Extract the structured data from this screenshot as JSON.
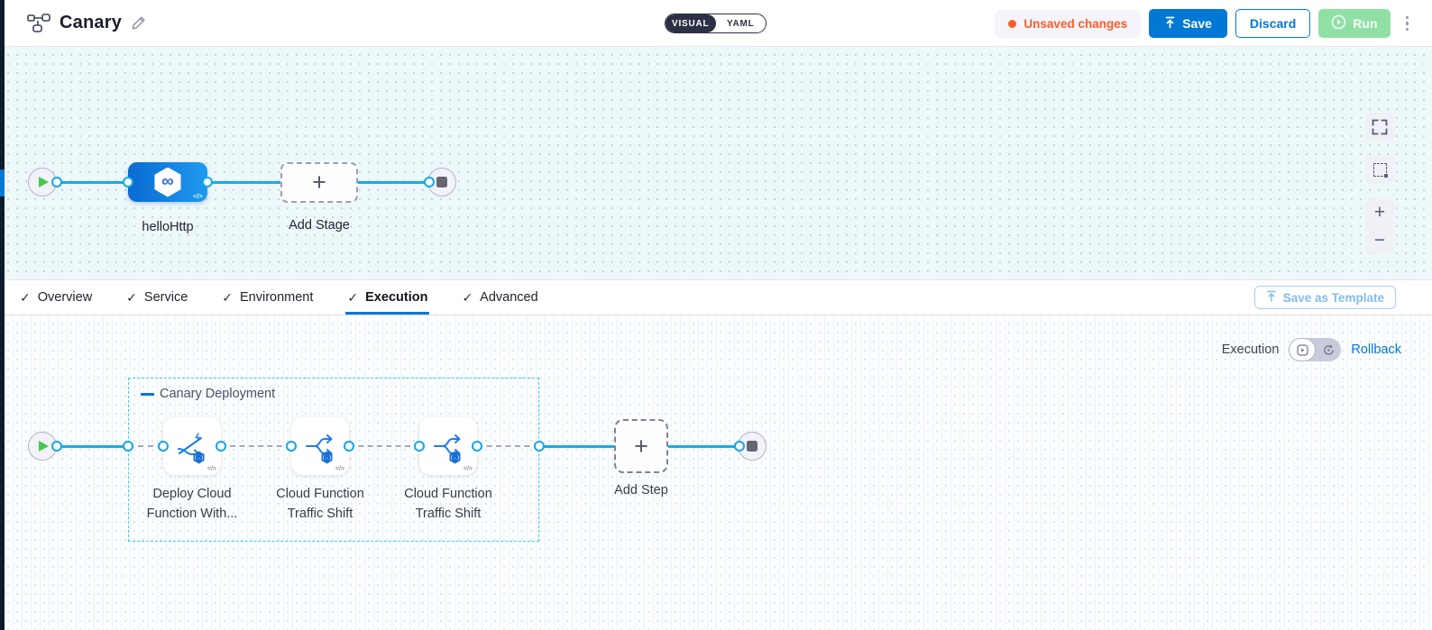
{
  "header": {
    "title": "Canary",
    "mode_toggle": {
      "visual": "VISUAL",
      "yaml": "YAML"
    },
    "unsaved_label": "Unsaved changes",
    "save_label": "Save",
    "discard_label": "Discard",
    "run_label": "Run"
  },
  "pipeline_canvas": {
    "stage_name": "helloHttp",
    "add_stage_label": "Add Stage"
  },
  "tabs": [
    {
      "label": "Overview",
      "active": false
    },
    {
      "label": "Service",
      "active": false
    },
    {
      "label": "Environment",
      "active": false
    },
    {
      "label": "Execution",
      "active": true
    },
    {
      "label": "Advanced",
      "active": false
    }
  ],
  "save_as_template_label": "Save as Template",
  "execution_canvas": {
    "mode_label": "Execution",
    "rollback_label": "Rollback",
    "group": {
      "title": "Canary Deployment",
      "steps": [
        {
          "name": "Deploy Cloud Function With..."
        },
        {
          "name": "Cloud Function Traffic Shift"
        },
        {
          "name": "Cloud Function Traffic Shift"
        }
      ]
    },
    "add_step_label": "Add Step"
  },
  "glyphs": {
    "check": "✓",
    "infinity": "∞",
    "code": "</>",
    "plus": "+",
    "zoom_in": "+",
    "zoom_out": "−"
  },
  "colors": {
    "accent_blue": "#0278d5",
    "wire_cyan": "#18ace9",
    "group_border_cyan": "#41c9ee",
    "unsaved_orange": "#ff5c27",
    "run_green": "#90e0a5",
    "canvas_top_bg": "#edf8fb",
    "canvas_bottom_bg": "#fcfdfe",
    "nav_rail_navy": "#0c1b2b",
    "stage_gradient_start": "#0a6ad0",
    "stage_gradient_end": "#1e9bf0"
  }
}
